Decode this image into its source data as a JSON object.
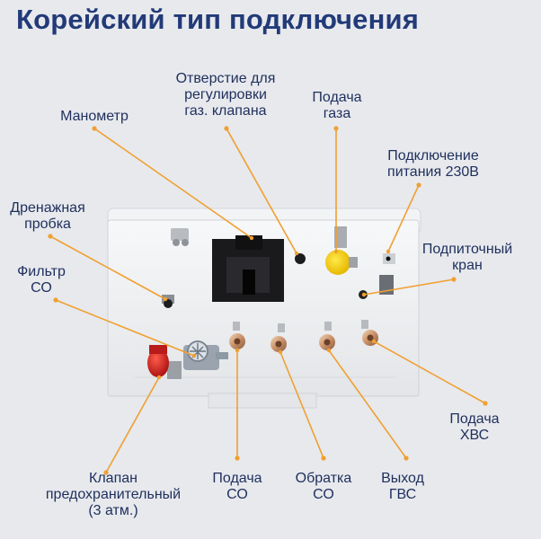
{
  "title": "Корейский тип подключения",
  "colors": {
    "background": "#e7e9ed",
    "title": "#223a78",
    "label_text": "#1f2f5c",
    "leader_line": "#f0a030",
    "boiler_body": "#f4f5f6",
    "gas_valve": "#f5d000",
    "safety_valve": "#d42020"
  },
  "labels": {
    "manometer": "Манометр",
    "gas_valve_hole": "Отверстие для\nрегулировки\nгаз.  клапана",
    "gas_supply": "Подача\nгаза",
    "power": "Подключение\nпитания 230В",
    "drain": "Дренажная\nпробка",
    "makeup_valve": "Подпиточный\nкран",
    "filter": "Фильтр\nСО",
    "cold_water": "Подача\nХВС",
    "safety_valve": "Клапан\nпредохранительный\n(3 атм.)",
    "heating_supply": "Подача\nСО",
    "heating_return": "Обратка\nСО",
    "dhw_out": "Выход\nГВС"
  }
}
